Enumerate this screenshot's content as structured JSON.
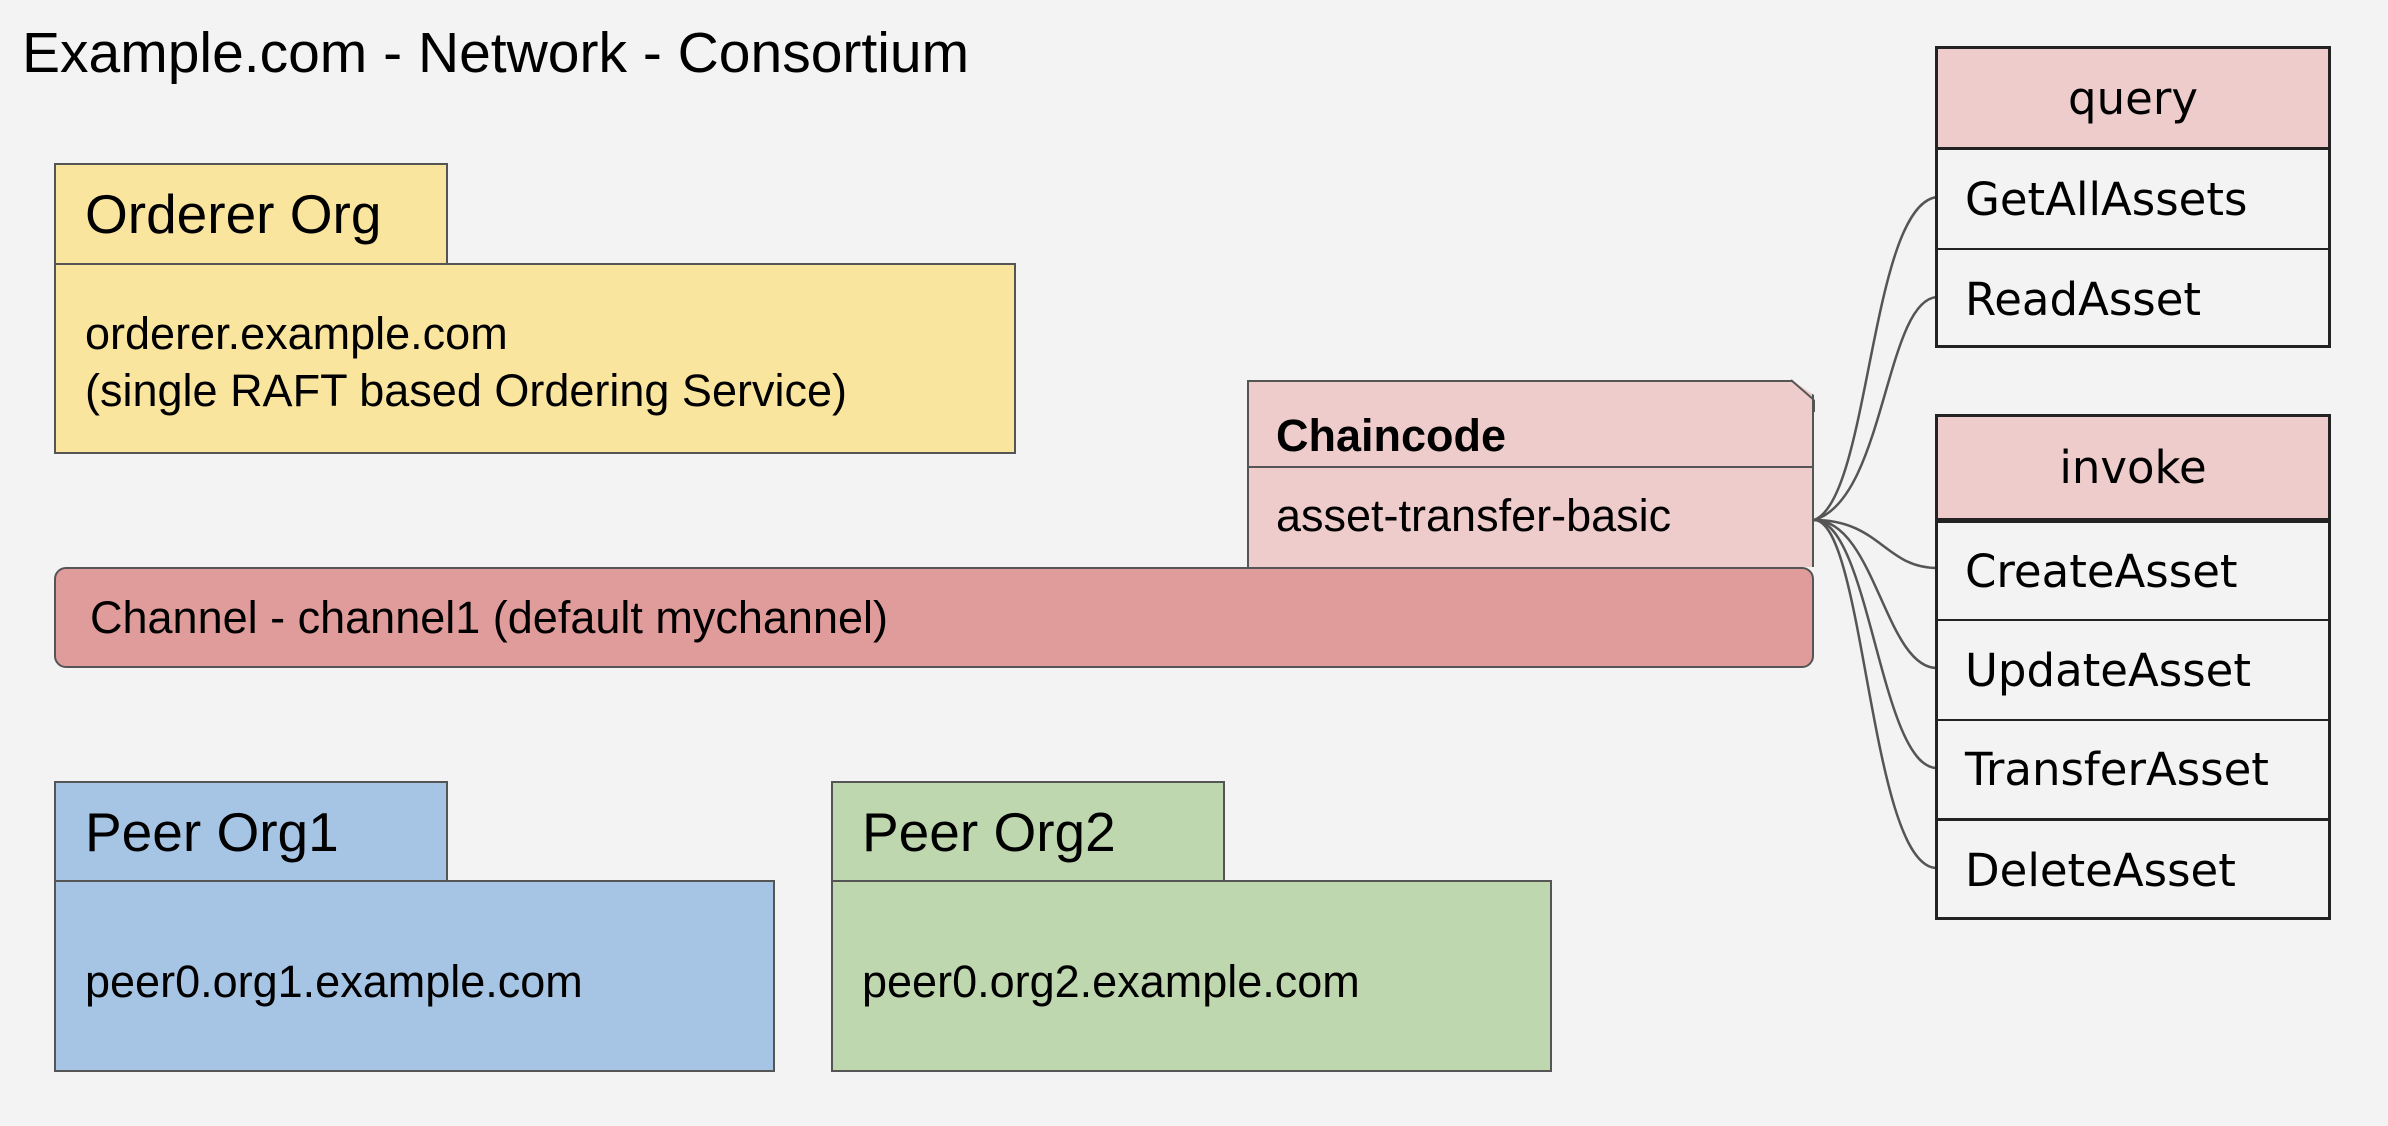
{
  "title": "Example.com - Network - Consortium",
  "orderer": {
    "tab_label": "Orderer Org",
    "host": "orderer.example.com",
    "description": "(single RAFT based Ordering Service)"
  },
  "channel": {
    "label": "Channel - channel1 (default mychannel)"
  },
  "chaincode": {
    "heading": "Chaincode",
    "name": "asset-transfer-basic"
  },
  "peer_org1": {
    "tab_label": "Peer Org1",
    "host": "peer0.org1.example.com"
  },
  "peer_org2": {
    "tab_label": "Peer Org2",
    "host": "peer0.org2.example.com"
  },
  "query": {
    "heading": "query",
    "functions": [
      "GetAllAssets",
      "ReadAsset"
    ]
  },
  "invoke": {
    "heading": "invoke",
    "functions": [
      "CreateAsset",
      "UpdateAsset",
      "TransferAsset",
      "DeleteAsset"
    ]
  },
  "colors": {
    "background": "#f3f3f3",
    "orderer": "#fae59f",
    "peer_org1": "#a6c4e4",
    "peer_org2": "#bed7af",
    "channel": "#e09b9b",
    "chaincode": "#eecccc"
  }
}
